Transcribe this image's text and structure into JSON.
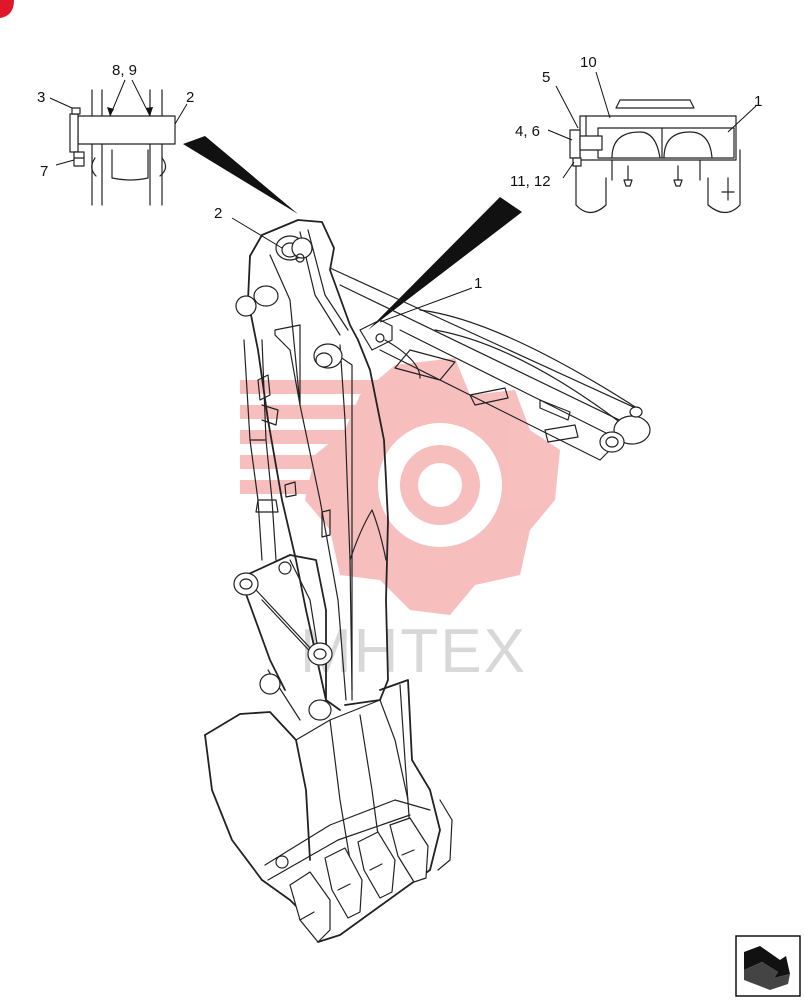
{
  "diagram": {
    "callouts": {
      "c1_main": "1",
      "c2_main": "2",
      "c1_detail": "1",
      "c2_detail": "2",
      "c3": "3",
      "c4_6": "4, 6",
      "c5": "5",
      "c7": "7",
      "c8_9": "8, 9",
      "c10": "10",
      "c11_12": "11, 12"
    },
    "watermark": "MHTEX",
    "colors": {
      "line": "#222222",
      "watermark": "#f28a8a",
      "corner_badge": "#e0162b"
    },
    "icons": {
      "next_page": "next-page-arrow-icon",
      "corner": "corner-badge-icon"
    }
  }
}
